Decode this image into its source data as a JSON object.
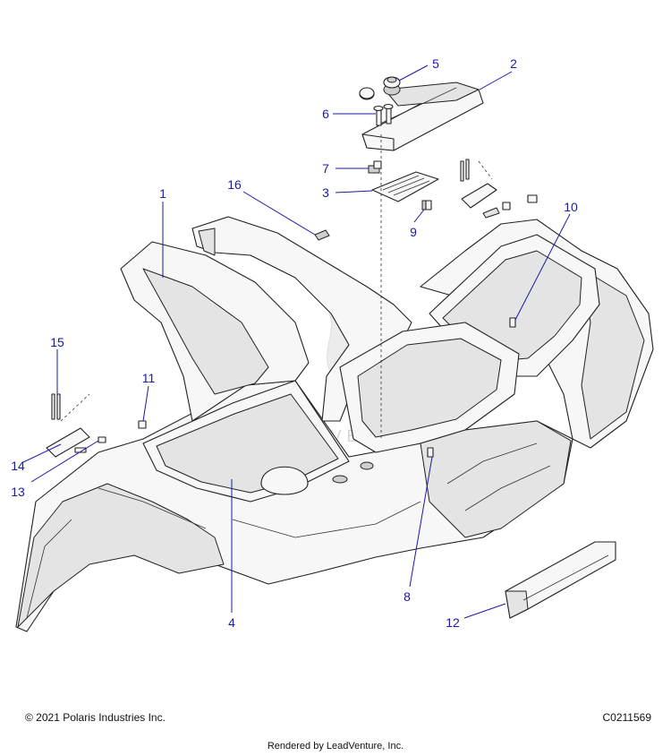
{
  "diagram": {
    "callouts": [
      {
        "num": "1"
      },
      {
        "num": "2"
      },
      {
        "num": "3"
      },
      {
        "num": "4"
      },
      {
        "num": "5"
      },
      {
        "num": "6"
      },
      {
        "num": "7"
      },
      {
        "num": "8"
      },
      {
        "num": "9"
      },
      {
        "num": "10"
      },
      {
        "num": "11"
      },
      {
        "num": "12"
      },
      {
        "num": "13"
      },
      {
        "num": "14"
      },
      {
        "num": "15"
      },
      {
        "num": "16"
      }
    ],
    "watermark": "LEADVENTURE",
    "accent_color": "#1a1aa8"
  },
  "footer": {
    "copyright": "© 2021 Polaris Industries Inc.",
    "figure_code": "C0211569",
    "rendered_by": "Rendered by LeadVenture, Inc."
  }
}
